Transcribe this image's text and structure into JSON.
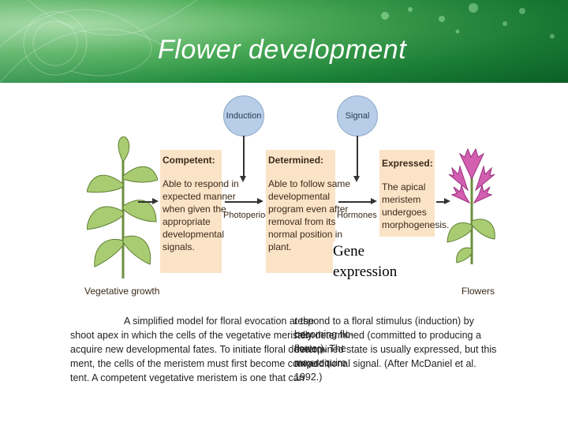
{
  "slide": {
    "title": "Flower development",
    "overlay_text_line1": "Gene",
    "overlay_text_line2": "expression"
  },
  "diagram": {
    "induction_label": "Induction",
    "signal_label": "Signal",
    "vegetative_label": "Vegetative growth",
    "flowers_label": "Flowers",
    "photoperiod_label": "Photoperiod",
    "hormones_label": "Hormones ?",
    "competent": {
      "heading": "Competent:",
      "lines": [
        "Able to respond in",
        "expected manner",
        "when given the",
        "appropriate",
        "developmental",
        "signals."
      ]
    },
    "determined": {
      "heading": "Determined:",
      "lines": [
        "Able to follow same",
        "developmental",
        "program even after",
        "removal from its",
        "normal position in",
        "plant."
      ]
    },
    "expressed": {
      "heading": "Expressed:",
      "lines": [
        "The apical",
        "meristem",
        "undergoes",
        "morphogenesis."
      ]
    }
  },
  "caption": {
    "left_lines": [
      "A simplified model for floral evocation at the",
      "shoot apex in which the cells of the vegetative meristem",
      "acquire new developmental fates. To initiate floral develop-",
      "ment, the cells of the meristem must first become compe-",
      "tent. A competent vegetative meristem is one that can"
    ],
    "right_lines": [
      "respond to a floral stimulus (induction) by becoming flo-",
      "rally determined (committed to producing a flower). The",
      "determined state is usually expressed, but this may require",
      "an additional signal. (After McDaniel et al. 1992.)"
    ]
  },
  "colors": {
    "banner_green": "#1f8a3c",
    "box_fill": "#fbe3c7",
    "circle_fill": "#b7cde8",
    "leaf_green": "#9bc46a",
    "flower_pink": "#d35fb0"
  }
}
